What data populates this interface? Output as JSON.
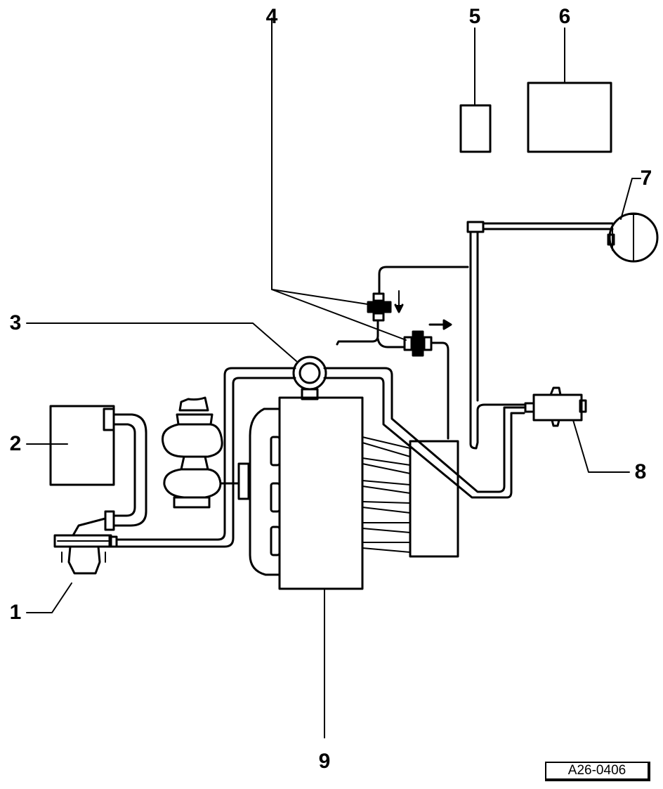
{
  "callouts": {
    "c1": "1",
    "c2": "2",
    "c3": "3",
    "c4": "4",
    "c5": "5",
    "c6": "6",
    "c7": "7",
    "c8": "8",
    "c9": "9"
  },
  "reference": "A26-0406",
  "colors": {
    "line": "#000000",
    "background": "#ffffff"
  }
}
